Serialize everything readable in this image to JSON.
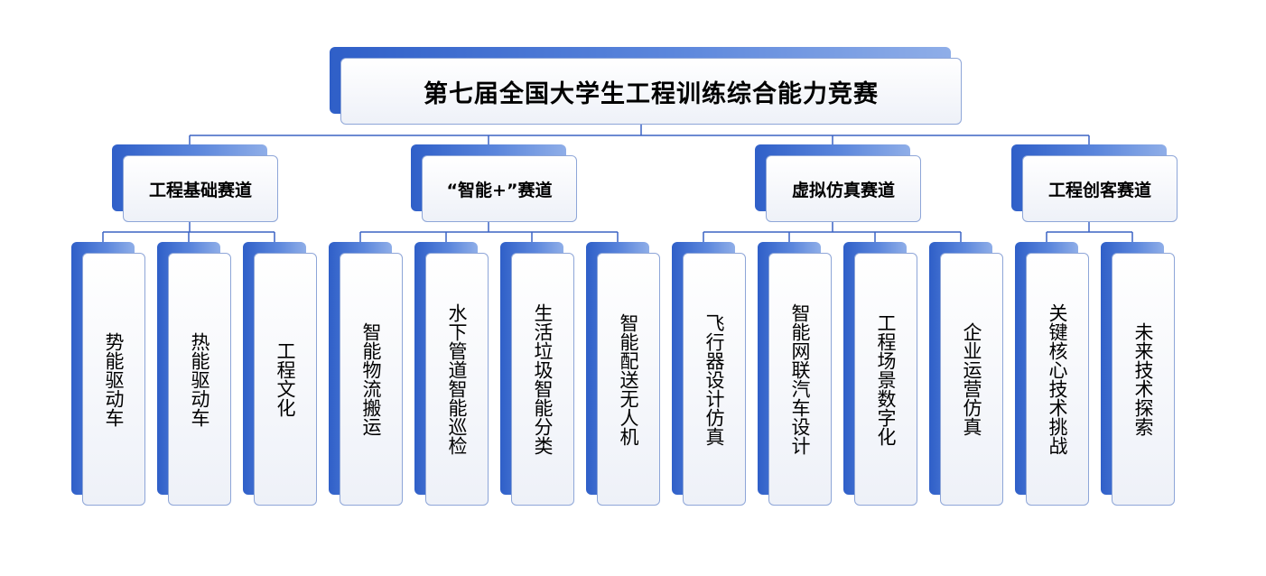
{
  "title": "第七届全国大学生工程训练综合能力竞赛",
  "colors": {
    "accent": "#2f5fc8",
    "line": "#3b63c4",
    "box_fill": "#f4f6fb"
  },
  "tracks": [
    {
      "name": "工程基础赛道",
      "items": [
        "势能驱动车",
        "热能驱动车",
        "工程文化"
      ]
    },
    {
      "name": "“智能+”赛道",
      "items": [
        "智能物流搬运",
        "水下管道智能巡检",
        "生活垃圾智能分类",
        "智能配送无人机"
      ]
    },
    {
      "name": "虚拟仿真赛道",
      "items": [
        "飞行器设计仿真",
        "智能网联汽车设计",
        "工程场景数字化",
        "企业运营仿真"
      ]
    },
    {
      "name": "工程创客赛道",
      "items": [
        "关键核心技术挑战",
        "未来技术探索"
      ]
    }
  ]
}
